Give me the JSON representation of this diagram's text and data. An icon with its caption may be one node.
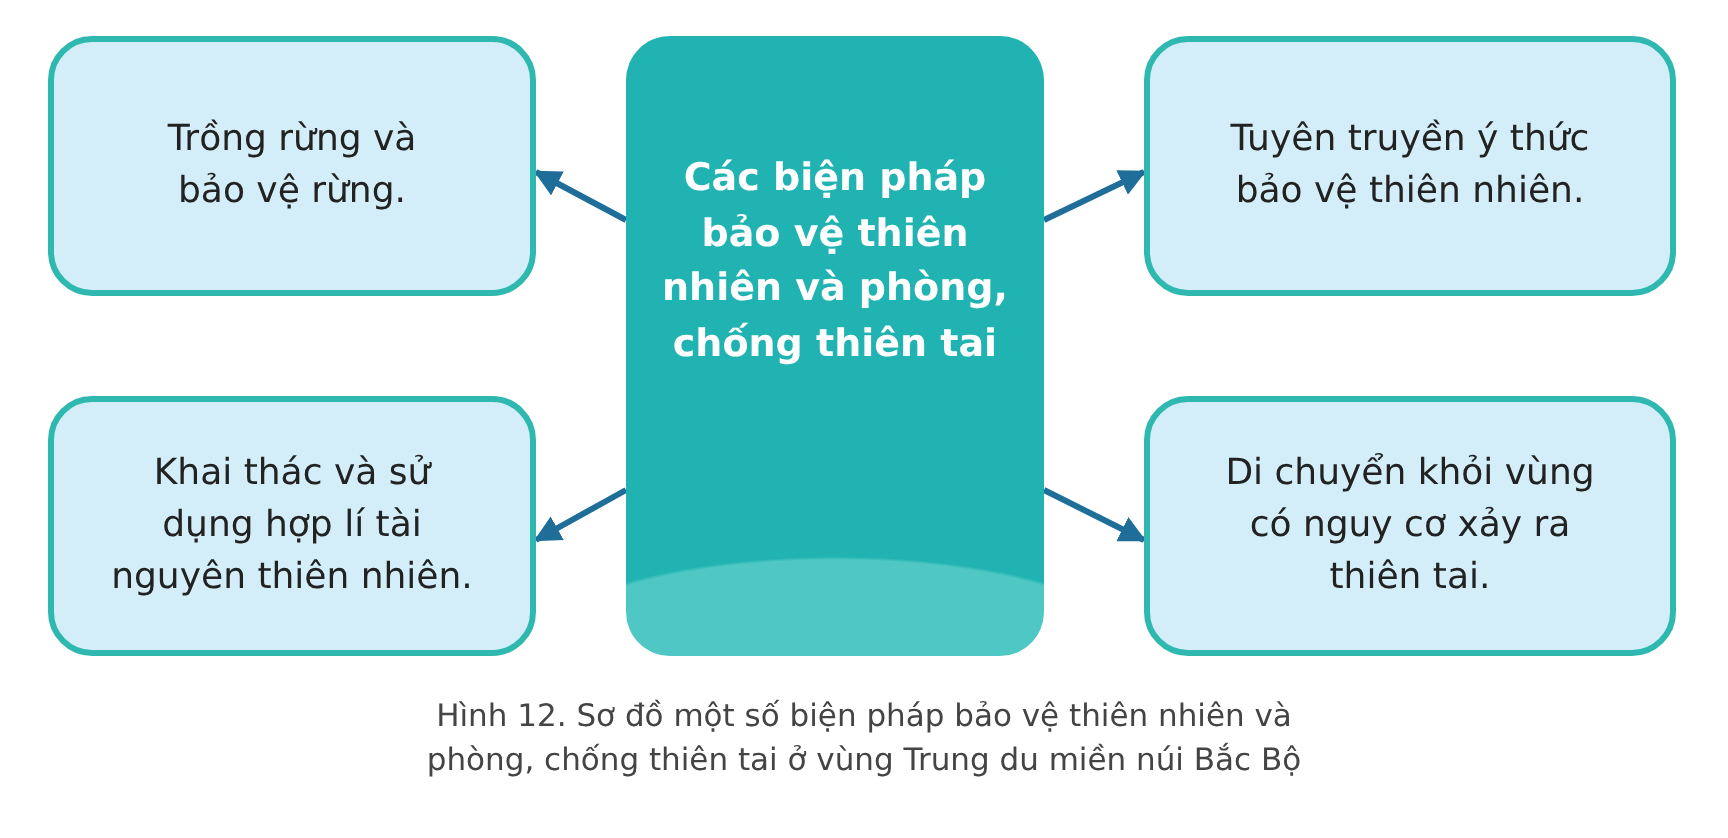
{
  "diagram": {
    "caption": "Hình 12. Sơ đồ một số biện pháp bảo vệ thiên nhiên và phòng, chống thiên tai ở vùng Trung du miền núi Bắc Bộ",
    "nodes": [
      {
        "text": [
          "Trồng rừng và bảo vệ rừng."
        ]
      },
      {
        "text": [
          "Các biện pháp bảo vệ thiên nhiên và phòng, chống thiên tai"
        ]
      },
      {
        "text": [
          "Tuyên truyền ý thức bảo vệ thiên nhiên."
        ]
      },
      {
        "text": [
          "Khai thác và sử dụng hợp lí tài nguyên thiên nhiên."
        ]
      },
      {
        "text": [
          "Di chuyển khỏi vùng có nguy cơ xảy ra thiên tai."
        ]
      }
    ],
    "edges": [
      {
        "from": 1,
        "to": 0,
        "arrow": "to"
      },
      {
        "from": 1,
        "to": 2,
        "arrow": "to"
      },
      {
        "from": 1,
        "to": 3,
        "arrow": "to"
      },
      {
        "from": 1,
        "to": 4,
        "arrow": "to"
      }
    ]
  }
}
